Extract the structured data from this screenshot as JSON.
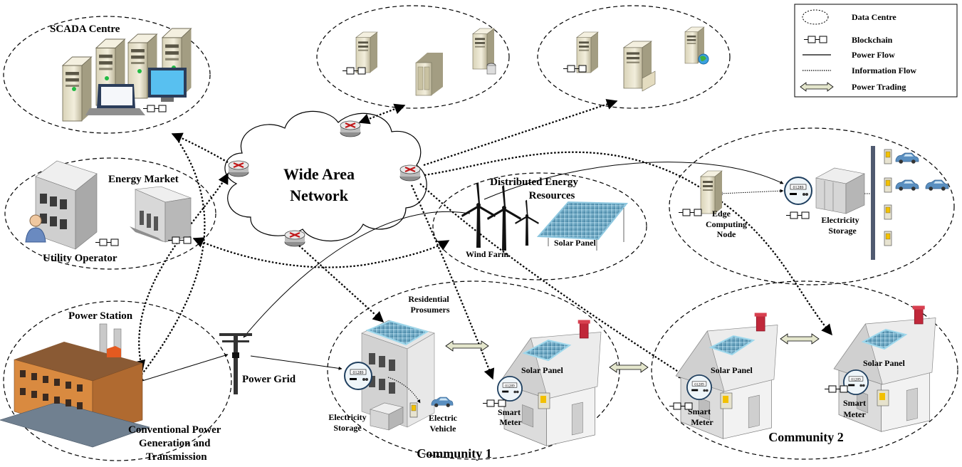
{
  "legend": {
    "data_centre": "Data Centre",
    "blockchain": "Blockchain",
    "power_flow": "Power Flow",
    "information_flow": "Information Flow",
    "power_trading": "Power Trading"
  },
  "labels": {
    "scada": "SCADA Centre",
    "wan_line1": "Wide Area",
    "wan_line2": "Network",
    "energy_market": "Energy Market",
    "utility_operator": "Utility Operator",
    "der_line1": "Distributed Energy",
    "der_line2": "Resources",
    "wind_farm": "Wind Farm",
    "solar_panel_der": "Solar Panel",
    "edge_line1": "Edge",
    "edge_line2": "Computing",
    "edge_line3": "Node",
    "elec_storage_top_1": "Electricity",
    "elec_storage_top_2": "Storage",
    "power_station": "Power Station",
    "conv_line1": "Conventional Power",
    "conv_line2": "Generation and",
    "conv_line3": "Transmission",
    "power_grid": "Power Grid",
    "res_line1": "Residential",
    "res_line2": "Prosumers",
    "elec_storage_c1_1": "Electricity",
    "elec_storage_c1_2": "Storage",
    "ev_line1": "Electric",
    "ev_line2": "Vehicle",
    "smart_meter_1": "Smart",
    "smart_meter_2": "Meter",
    "solar_panel": "Solar Panel",
    "community1": "Community 1",
    "community2": "Community 2",
    "meter_reading": "01289"
  },
  "colors": {
    "server_body": "#e8e2c8",
    "server_dark": "#8f8a72",
    "building": "#c8c8c8",
    "solar": "#6fa8c0",
    "roof": "#e6e6e6",
    "chimney": "#c0283a",
    "factory_brick": "#d98a40",
    "car": "#5a8fc0",
    "monitor": "#40b0e8"
  }
}
